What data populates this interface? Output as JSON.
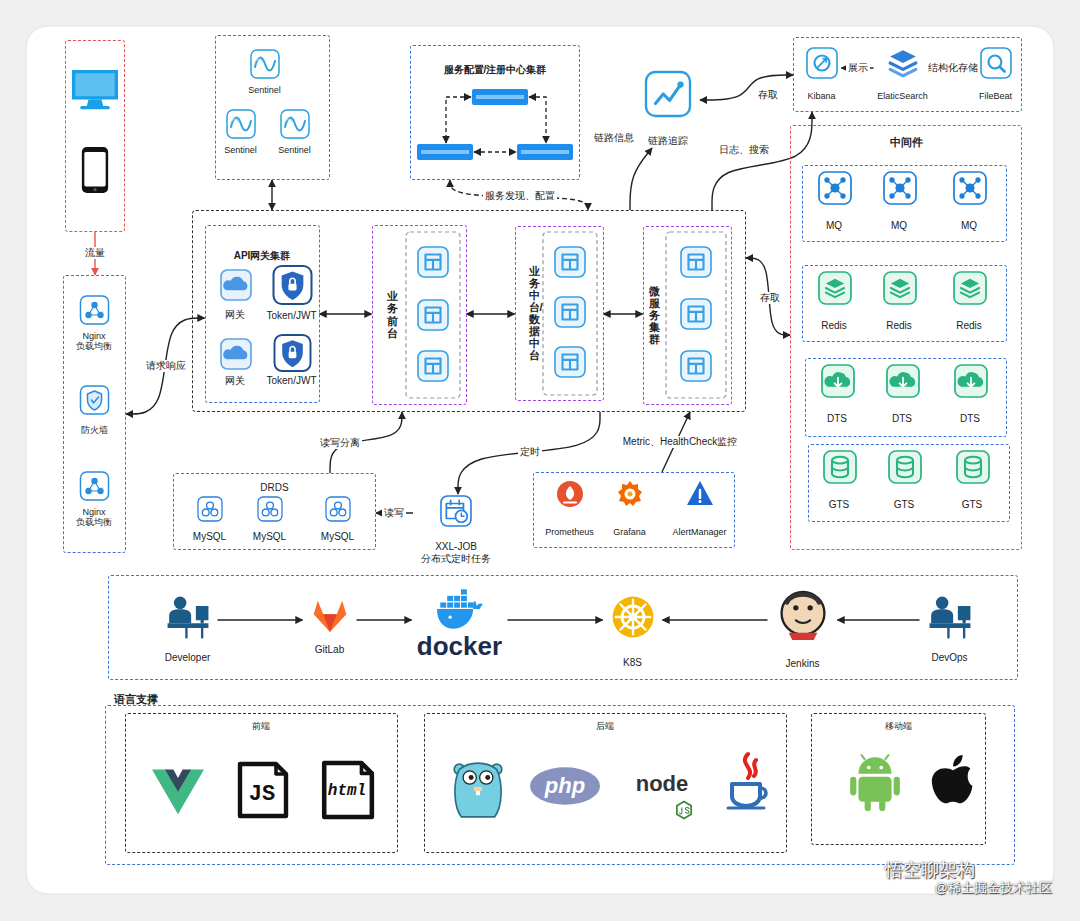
{
  "diagram": {
    "nodes": [
      {},
      {},
      {
        "text": [
          "Nginx 负载均衡"
        ],
        "in": 1
      },
      {
        "text": [
          "防火墙"
        ],
        "in": 1
      },
      {
        "text": [
          "Nginx 负载均衡"
        ],
        "in": 1
      },
      {},
      {
        "text": [
          "Sentinel"
        ],
        "in": 5
      },
      {
        "text": [
          "Sentinel"
        ],
        "in": 5
      },
      {
        "text": [
          "Sentinel"
        ],
        "in": 5
      },
      {
        "text": [
          "服务配置/注册中心集群"
        ]
      },
      {
        "text": [
          "链路追踪"
        ]
      },
      {},
      {
        "text": [
          "Kibana"
        ],
        "in": 11
      },
      {
        "text": [
          "ElaticSearch"
        ],
        "in": 11
      },
      {
        "text": [
          "FileBeat"
        ],
        "in": 11
      },
      {
        "text": [
          "中间件"
        ]
      },
      {
        "in": 15
      },
      {
        "text": [
          "MQ"
        ],
        "in": 16
      },
      {
        "text": [
          "MQ"
        ],
        "in": 16
      },
      {
        "text": [
          "MQ"
        ],
        "in": 16
      },
      {
        "in": 15
      },
      {
        "text": [
          "Redis"
        ],
        "in": 20
      },
      {
        "text": [
          "Redis"
        ],
        "in": 20
      },
      {
        "text": [
          "Redis"
        ],
        "in": 20
      },
      {
        "in": 15
      },
      {
        "text": [
          "DTS"
        ],
        "in": 24
      },
      {
        "text": [
          "DTS"
        ],
        "in": 24
      },
      {
        "text": [
          "DTS"
        ],
        "in": 24
      },
      {
        "in": 15
      },
      {
        "text": [
          "GTS"
        ],
        "in": 28
      },
      {
        "text": [
          "GTS"
        ],
        "in": 28
      },
      {
        "text": [
          "GTS"
        ],
        "in": 28
      },
      {},
      {
        "text": [
          "API网关集群"
        ],
        "in": 32
      },
      {
        "text": [
          "网关"
        ],
        "in": 33
      },
      {
        "text": [
          "Token/JWT"
        ],
        "in": 33
      },
      {
        "text": [
          "网关"
        ],
        "in": 33
      },
      {
        "text": [
          "Token/JWT"
        ],
        "in": 33
      },
      {
        "text": [
          "业务前台"
        ],
        "in": 32
      },
      {
        "text": [
          "业务中台/数据中台"
        ],
        "in": 32
      },
      {
        "text": [
          "微服务集群"
        ],
        "in": 32
      },
      {
        "text": [
          "DRDS"
        ]
      },
      {
        "text": [
          "MySQL"
        ],
        "in": 41
      },
      {
        "text": [
          "MySQL"
        ],
        "in": 41
      },
      {
        "text": [
          "MySQL"
        ],
        "in": 41
      },
      {
        "text": [
          "XXL-JOB 分布式定时任务"
        ]
      },
      {},
      {
        "text": [
          "Prometheus"
        ],
        "in": 46
      },
      {
        "text": [
          "Grafana"
        ],
        "in": 46
      },
      {
        "text": [
          "AlertManager"
        ],
        "in": 46
      },
      {},
      {
        "text": [
          "Developer"
        ],
        "in": 50
      },
      {
        "text": [
          "GitLab"
        ],
        "in": 50
      },
      {
        "text": [
          "docker"
        ],
        "in": 50
      },
      {
        "text": [
          "K8S"
        ],
        "in": 50
      },
      {
        "text": [
          "Jenkins"
        ],
        "in": 50
      },
      {
        "text": [
          "DevOps"
        ],
        "in": 50
      },
      {
        "text": [
          "语言支撑"
        ]
      },
      {
        "text": [
          "前端"
        ],
        "in": 57
      },
      {
        "text": [
          "后端"
        ],
        "in": 57
      },
      {
        "text": [
          "移动端"
        ],
        "in": 57
      }
    ],
    "edges": [
      {
        "from": 0,
        "to": 1,
        "arrow": "to",
        "label": "流量"
      },
      {
        "from": 1,
        "to": 33,
        "arrow": "both",
        "label": "请求响应"
      },
      {
        "from": 5,
        "to": 32,
        "arrow": "both"
      },
      {
        "from": 9,
        "to": 32,
        "arrow": "both",
        "label": "服务发现、配置"
      },
      {
        "from": 32,
        "to": 10,
        "arrow": "to",
        "label": "链路信息"
      },
      {
        "from": 10,
        "to": 11,
        "arrow": "both",
        "label": "存取"
      },
      {
        "from": 32,
        "to": 11,
        "arrow": "to",
        "label": "日志、搜索"
      },
      {
        "from": 13,
        "to": 12,
        "arrow": "to",
        "label": "展示"
      },
      {
        "from": 14,
        "to": 13,
        "arrow": "to",
        "label": "结构化存储"
      },
      {
        "from": 33,
        "to": 38,
        "arrow": "both"
      },
      {
        "from": 38,
        "to": 39,
        "arrow": "both"
      },
      {
        "from": 39,
        "to": 40,
        "arrow": "both"
      },
      {
        "from": 32,
        "to": 15,
        "arrow": "both",
        "label": "存取"
      },
      {
        "from": 41,
        "to": 32,
        "arrow": "to",
        "label": "读写分离"
      },
      {
        "from": 32,
        "to": 45,
        "arrow": "to",
        "label": "定时"
      },
      {
        "from": 45,
        "to": 41,
        "arrow": "to",
        "label": "读写"
      },
      {
        "from": 46,
        "to": 32,
        "arrow": "to",
        "label": "Metric、HealthCheck监控"
      },
      {
        "from": 51,
        "to": 52,
        "arrow": "to"
      },
      {
        "from": 52,
        "to": 53,
        "arrow": "to"
      },
      {
        "from": 53,
        "to": 54,
        "arrow": "to"
      },
      {
        "from": 55,
        "to": 54,
        "arrow": "to"
      },
      {
        "from": 56,
        "to": 55,
        "arrow": "to"
      }
    ],
    "labels": [
      "JS",
      "html",
      "php",
      "node",
      "悟空聊架构",
      "@稀土掘金技术社区"
    ]
  }
}
